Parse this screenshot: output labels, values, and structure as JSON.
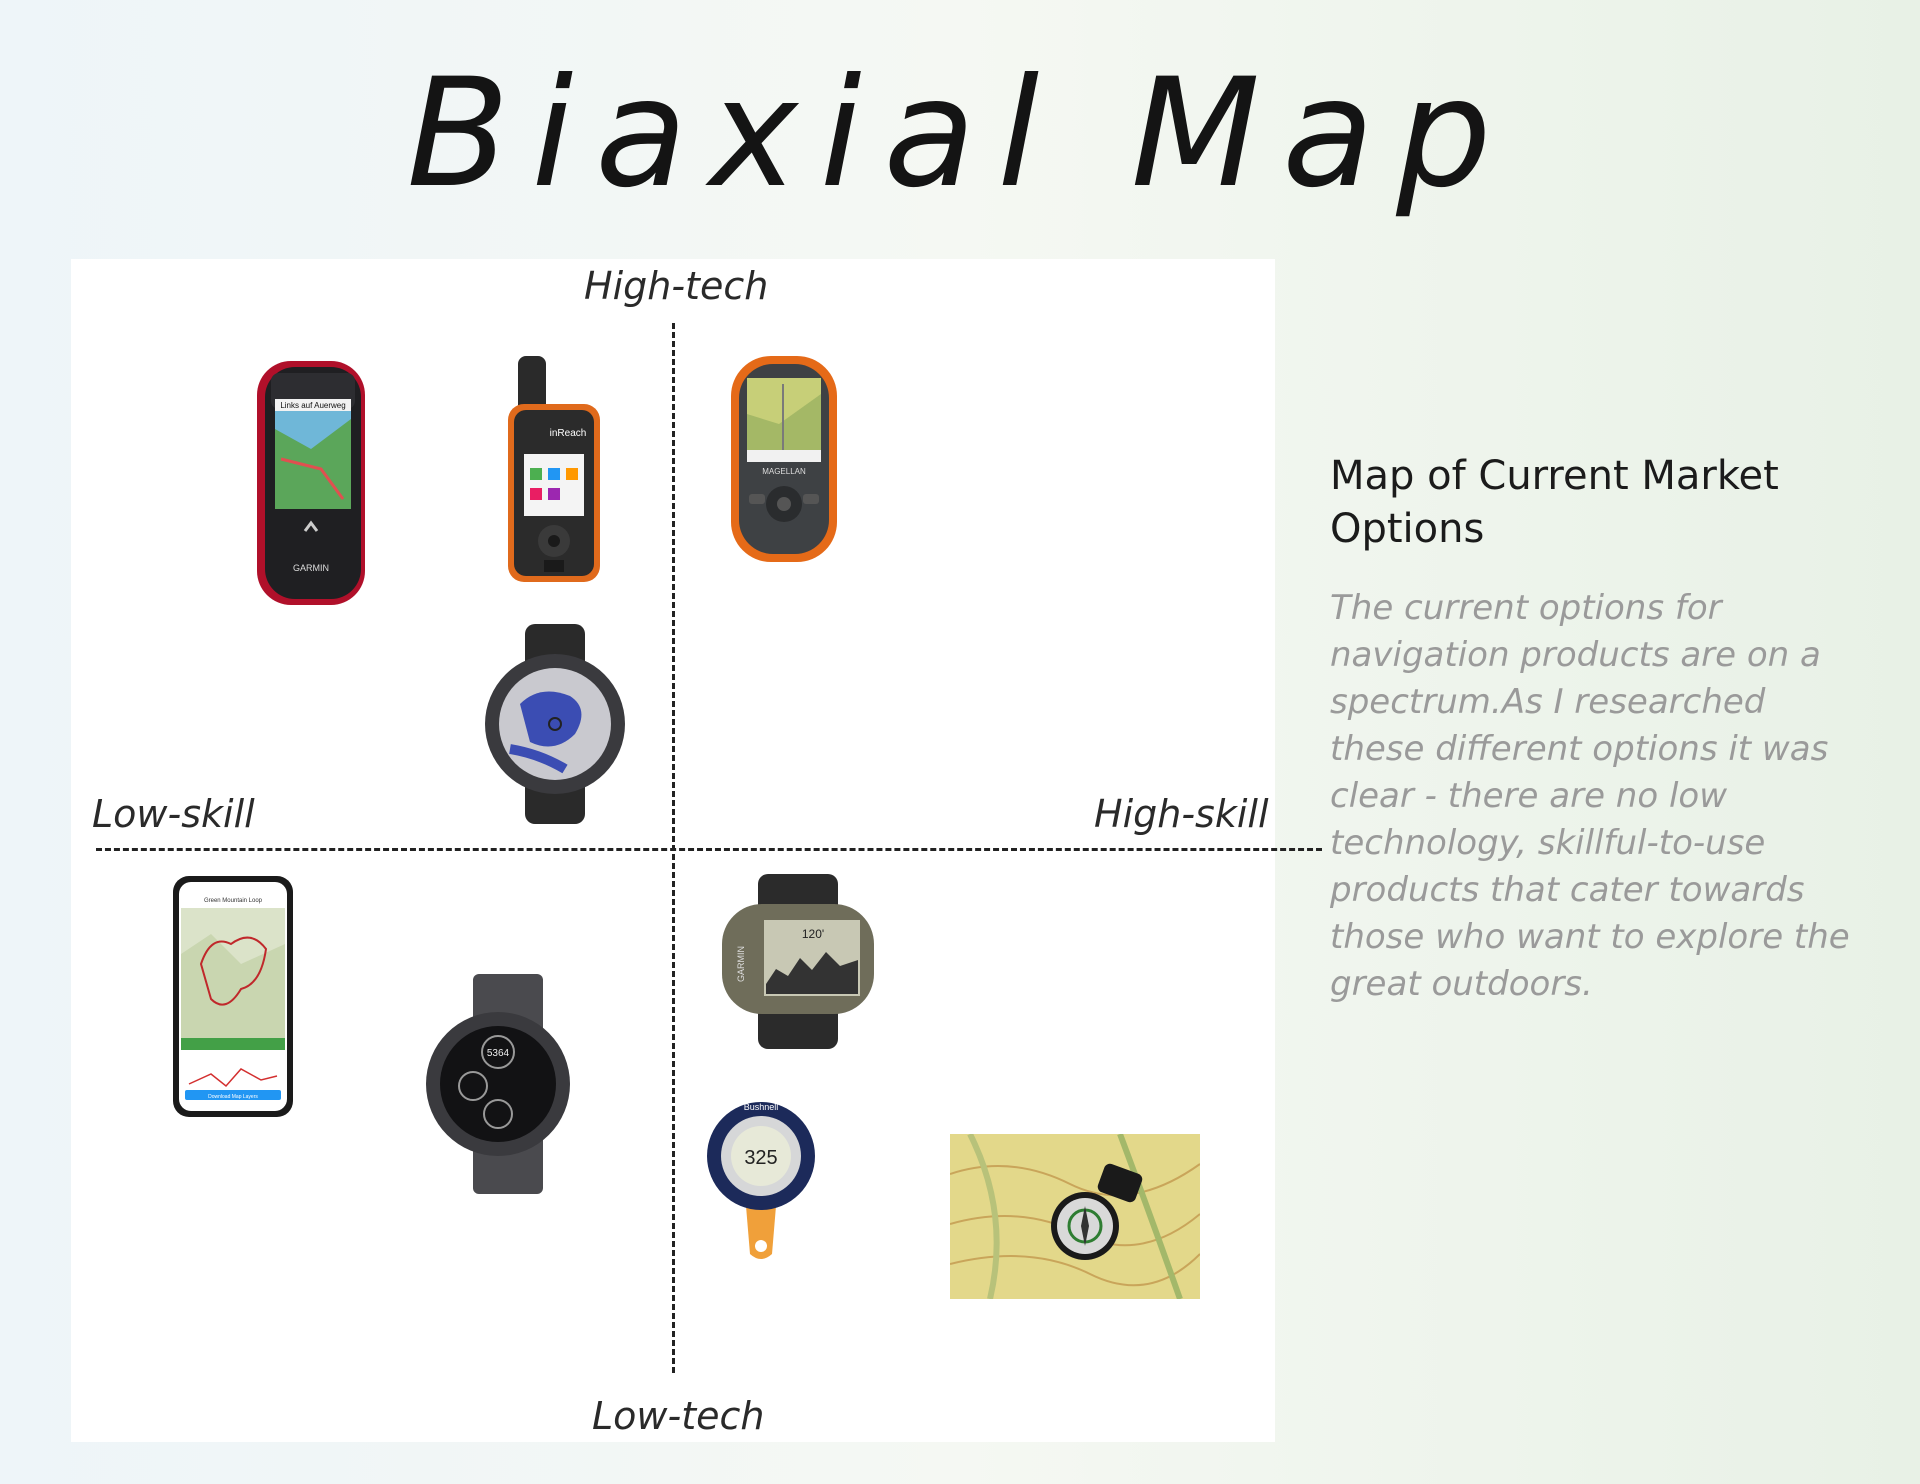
{
  "title": "Biaxial Map",
  "axes": {
    "top": "High-tech",
    "bottom": "Low-tech",
    "left": "Low-skill",
    "right": "High-skill"
  },
  "products": [
    {
      "icon": "handheld-gps-red-icon",
      "quadrant": "high-tech-low-skill",
      "screen_text": "Links auf Auerweg",
      "brand": "GARMIN"
    },
    {
      "icon": "satellite-communicator-icon",
      "quadrant": "high-tech-low-skill",
      "screen_text": "inReach"
    },
    {
      "icon": "smartwatch-map-icon",
      "quadrant": "high-tech-low-skill"
    },
    {
      "icon": "handheld-gps-orange-icon",
      "quadrant": "high-tech-high-skill",
      "screen_text": "MAGELLAN"
    },
    {
      "icon": "phone-map-app-icon",
      "quadrant": "low-tech-low-skill",
      "screen_text": "Green Mountain Loop",
      "button_text": "Download Map Layers"
    },
    {
      "icon": "metal-smartwatch-icon",
      "quadrant": "low-tech-low-skill",
      "screen_text": "5364"
    },
    {
      "icon": "wrist-gps-icon",
      "quadrant": "low-tech-high-skill",
      "screen_text": "120'",
      "brand": "GARMIN"
    },
    {
      "icon": "digital-compass-icon",
      "quadrant": "low-tech-high-skill",
      "screen_text": "325",
      "brand": "Bushnell"
    },
    {
      "icon": "compass-on-map-icon",
      "quadrant": "low-tech-high-skill"
    }
  ],
  "sidebar": {
    "heading": "Map of Current Market Options",
    "body": "The current options for navigation products are on a spectrum.As I researched these different options it was clear - there are no low technology, skillful-to-use products that cater towards those who want to explore the great outdoors."
  }
}
